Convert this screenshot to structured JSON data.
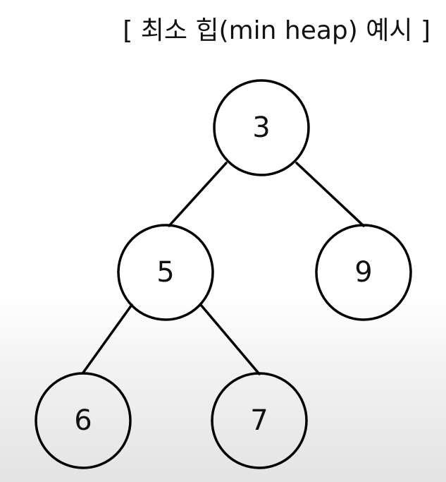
{
  "title": "[ 최소 힙(min heap) 예시 ]",
  "tree": {
    "nodes": [
      {
        "id": "root",
        "value": "3"
      },
      {
        "id": "left",
        "value": "5"
      },
      {
        "id": "right",
        "value": "9"
      },
      {
        "id": "left-left",
        "value": "6"
      },
      {
        "id": "left-right",
        "value": "7"
      }
    ]
  }
}
